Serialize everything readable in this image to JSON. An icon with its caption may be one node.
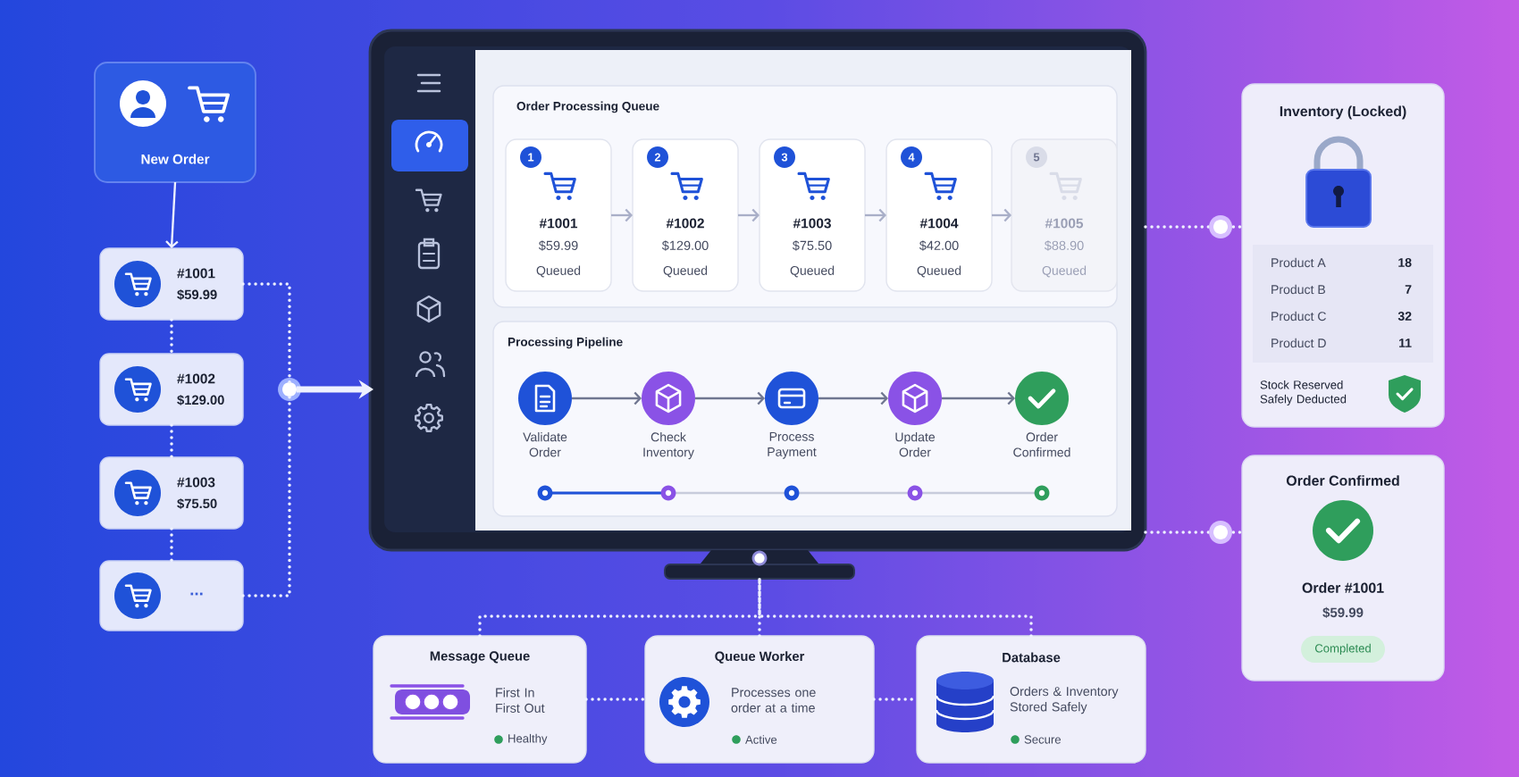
{
  "diagram": {
    "nodes": [
      {
        "text": [
          "New Order"
        ]
      },
      {
        "text": [
          "#1001",
          "$59.99"
        ]
      },
      {
        "text": [
          "#1002",
          "$129.00"
        ]
      },
      {
        "text": [
          "#1003",
          "$75.50"
        ]
      },
      {
        "text": [
          "..."
        ]
      },
      {
        "text": [],
        "shape": "circle"
      },
      {
        "text": [],
        "shape": "monitor"
      },
      {
        "text": [
          "Order Processing Queue"
        ],
        "in": 6
      },
      {
        "text": [
          "1",
          "#1001",
          "$59.99",
          "Queued"
        ],
        "in": 7
      },
      {
        "text": [
          "2",
          "#1002",
          "$129.00",
          "Queued"
        ],
        "in": 7
      },
      {
        "text": [
          "3",
          "#1003",
          "$75.50",
          "Queued"
        ],
        "in": 7
      },
      {
        "text": [
          "4",
          "#1004",
          "$42.00",
          "Queued"
        ],
        "in": 7
      },
      {
        "text": [
          "5",
          "#1005",
          "$88.90",
          "Queued"
        ],
        "in": 7
      },
      {
        "text": [
          "Processing Pipeline"
        ],
        "in": 6
      },
      {
        "text": [
          "Validate Order"
        ],
        "in": 13
      },
      {
        "text": [
          "Check Inventory"
        ],
        "in": 13
      },
      {
        "text": [
          "Process Payment"
        ],
        "in": 13
      },
      {
        "text": [
          "Update Order"
        ],
        "in": 13
      },
      {
        "text": [
          "Order Confirmed"
        ],
        "in": 13
      },
      {
        "text": [
          "Inventory (Locked)",
          "Product A",
          "18",
          "Product B",
          "7",
          "Product C",
          "32",
          "Product D",
          "11",
          "Stock Reserved Safely Deducted"
        ]
      },
      {
        "text": [
          "Order Confirmed",
          "Order #1001",
          "$59.99",
          "Completed"
        ]
      },
      {
        "text": [
          "Message Queue",
          "First In First Out",
          "Healthy"
        ]
      },
      {
        "text": [
          "Queue Worker",
          "Processes one order at a time",
          "Active"
        ]
      },
      {
        "text": [
          "Database",
          "Orders & Inventory Stored Safely",
          "Secure"
        ]
      }
    ],
    "edges": [
      {
        "from": 0,
        "to": 1,
        "arrow": "to"
      },
      {
        "from": 1,
        "to": 2,
        "arrow": "none",
        "style": "dashed"
      },
      {
        "from": 2,
        "to": 3,
        "arrow": "none",
        "style": "dashed"
      },
      {
        "from": 3,
        "to": 4,
        "arrow": "none",
        "style": "dashed"
      },
      {
        "from": 1,
        "to": 5,
        "arrow": "none",
        "style": "dashed"
      },
      {
        "from": 4,
        "to": 5,
        "arrow": "none",
        "style": "dashed"
      },
      {
        "from": 5,
        "to": 6,
        "arrow": "to",
        "style": "thick"
      },
      {
        "from": 8,
        "to": 9,
        "arrow": "to",
        "color": "#a9afc8"
      },
      {
        "from": 9,
        "to": 10,
        "arrow": "to",
        "color": "#a9afc8"
      },
      {
        "from": 10,
        "to": 11,
        "arrow": "to",
        "color": "#a9afc8"
      },
      {
        "from": 11,
        "to": 12,
        "arrow": "to",
        "color": "#a9afc8"
      },
      {
        "from": 14,
        "to": 15,
        "arrow": "to",
        "color": "#6f7690"
      },
      {
        "from": 15,
        "to": 16,
        "arrow": "to",
        "color": "#6f7690"
      },
      {
        "from": 16,
        "to": 17,
        "arrow": "to",
        "color": "#6f7690"
      },
      {
        "from": 17,
        "to": 18,
        "arrow": "to",
        "color": "#6f7690"
      },
      {
        "from": 6,
        "to": 19,
        "arrow": "none",
        "style": "dashed"
      },
      {
        "from": 6,
        "to": 20,
        "arrow": "none",
        "style": "dashed"
      },
      {
        "from": 21,
        "to": 6,
        "arrow": "none",
        "style": "dashed"
      },
      {
        "from": 22,
        "to": 6,
        "arrow": "none",
        "style": "dashed"
      },
      {
        "from": 23,
        "to": 6,
        "arrow": "none",
        "style": "dashed"
      },
      {
        "from": 21,
        "to": 22,
        "arrow": "none",
        "style": "dashed"
      },
      {
        "from": 22,
        "to": 23,
        "arrow": "none",
        "style": "dashed"
      }
    ]
  }
}
